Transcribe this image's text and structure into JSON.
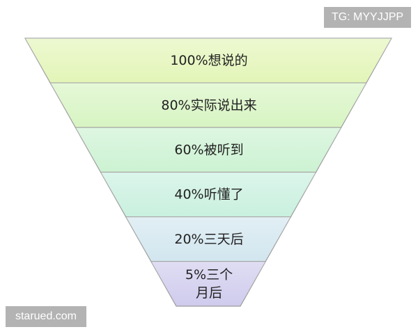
{
  "funnel": {
    "layers": [
      {
        "lines": [
          "100%想说的"
        ],
        "color": "#e3f5b8"
      },
      {
        "lines": [
          "80%实际说出来"
        ],
        "color": "#d7f4c2"
      },
      {
        "lines": [
          "60%被听到"
        ],
        "color": "#ccf2d2"
      },
      {
        "lines": [
          "40%听懂了"
        ],
        "color": "#c9f0df"
      },
      {
        "lines": [
          "20%三天后"
        ],
        "color": "#d2e6ef"
      },
      {
        "lines": [
          "5%三个",
          "月后"
        ],
        "color": "#cfcbed"
      }
    ]
  },
  "watermarks": {
    "top": "TG: MYYJJPP",
    "bottom": "starued.com"
  }
}
